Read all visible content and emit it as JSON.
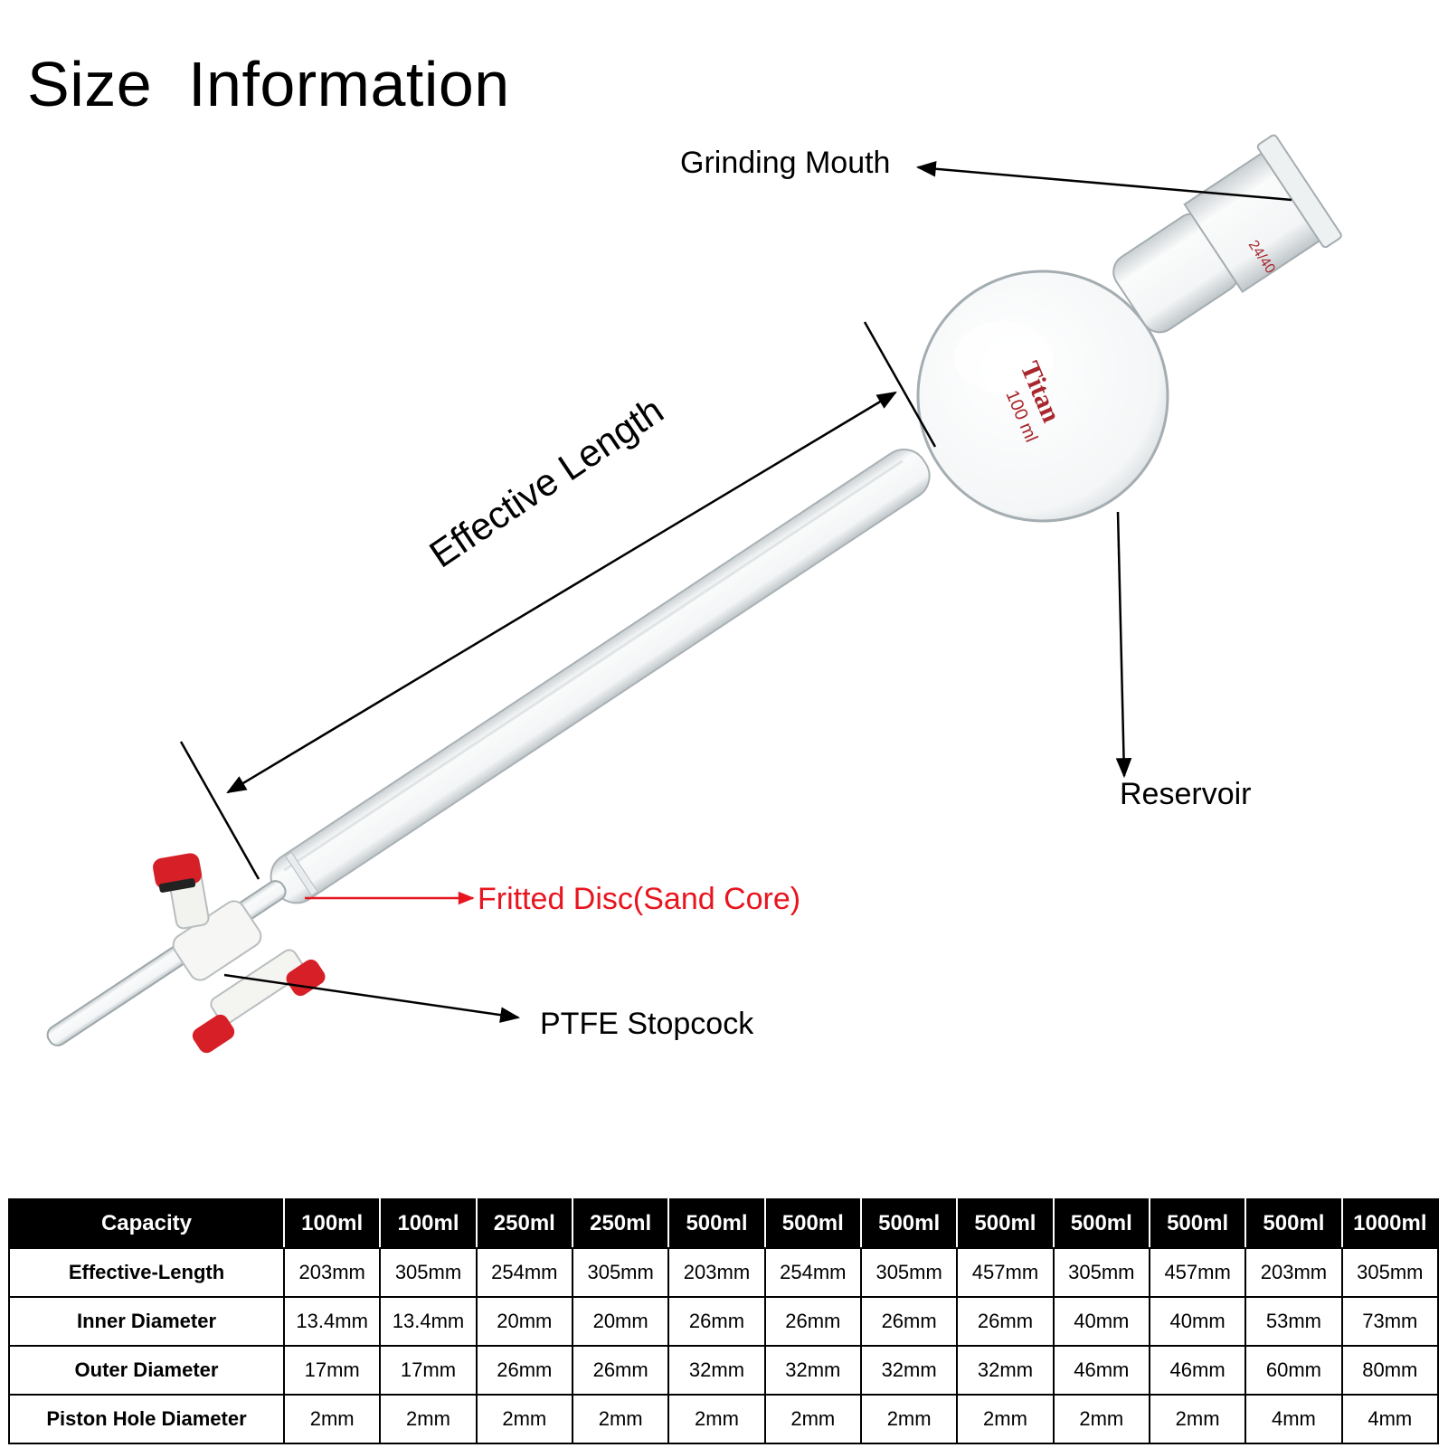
{
  "header": {
    "title": "Size  Information"
  },
  "diagram": {
    "callouts": {
      "grinding_mouth": "Grinding Mouth",
      "effective_length": "Effective Length",
      "reservoir": "Reservoir",
      "fritted_disc": "Fritted Disc(Sand Core)",
      "ptfe_stopcock": "PTFE Stopcock"
    },
    "glass_markings": {
      "brand": "Titan",
      "joint": "24/40",
      "volume": "100 ml"
    },
    "colors": {
      "callout_red": "#e8141e",
      "stopcock_red": "#d61f26",
      "marking_red": "#a8272d"
    }
  },
  "table": {
    "row_header": "Capacity",
    "columns": [
      "100ml",
      "100ml",
      "250ml",
      "250ml",
      "500ml",
      "500ml",
      "500ml",
      "500ml",
      "500ml",
      "500ml",
      "500ml",
      "1000ml"
    ],
    "rows": [
      {
        "label": "Effective-Length",
        "values": [
          "203mm",
          "305mm",
          "254mm",
          "305mm",
          "203mm",
          "254mm",
          "305mm",
          "457mm",
          "305mm",
          "457mm",
          "203mm",
          "305mm"
        ]
      },
      {
        "label": "Inner Diameter",
        "values": [
          "13.4mm",
          "13.4mm",
          "20mm",
          "20mm",
          "26mm",
          "26mm",
          "26mm",
          "26mm",
          "40mm",
          "40mm",
          "53mm",
          "73mm"
        ]
      },
      {
        "label": "Outer Diameter",
        "values": [
          "17mm",
          "17mm",
          "26mm",
          "26mm",
          "32mm",
          "32mm",
          "32mm",
          "32mm",
          "46mm",
          "46mm",
          "60mm",
          "80mm"
        ]
      },
      {
        "label": "Piston Hole Diameter",
        "values": [
          "2mm",
          "2mm",
          "2mm",
          "2mm",
          "2mm",
          "2mm",
          "2mm",
          "2mm",
          "2mm",
          "2mm",
          "4mm",
          "4mm"
        ]
      }
    ]
  }
}
